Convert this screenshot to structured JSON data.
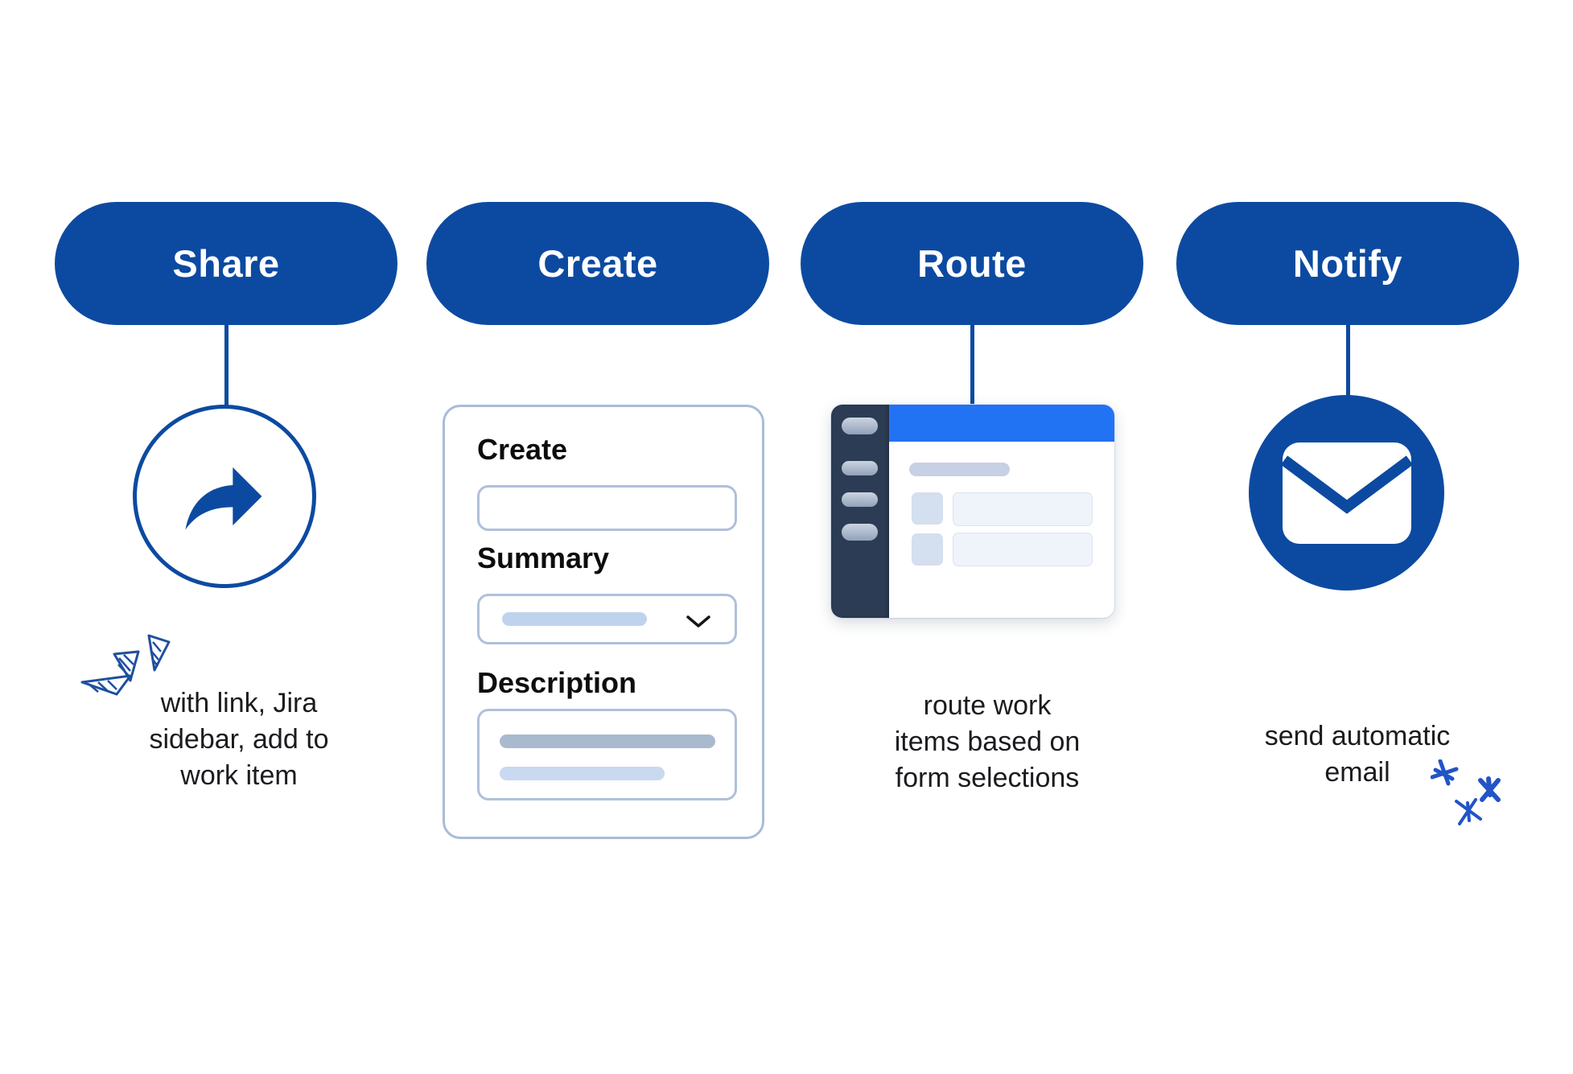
{
  "colors": {
    "primary_blue": "#0C4AA1",
    "bright_blue": "#2273F3",
    "navy_sidebar": "#2C3C54",
    "text_dark": "#1b1b1f",
    "card_border": "#A9BCD8",
    "placeholder_blue": "#BFD3EE",
    "placeholder_mid": "#A9BACF",
    "placeholder_light": "#C9D9F0",
    "doodle_blue": "#1E4F9F"
  },
  "steps": [
    {
      "label": "Share",
      "icon": "share-forward-icon",
      "caption_lines": [
        "with link, Jira",
        "sidebar, add to",
        "work item"
      ]
    },
    {
      "label": "Create",
      "form": {
        "title_label": "Create",
        "summary_label": "Summary",
        "description_label": "Description"
      }
    },
    {
      "label": "Route",
      "icon": "app-window-illustration",
      "caption_lines": [
        "route work",
        "items based on",
        "form selections"
      ]
    },
    {
      "label": "Notify",
      "icon": "envelope-icon",
      "caption_lines": [
        "send automatic",
        "email"
      ]
    }
  ]
}
